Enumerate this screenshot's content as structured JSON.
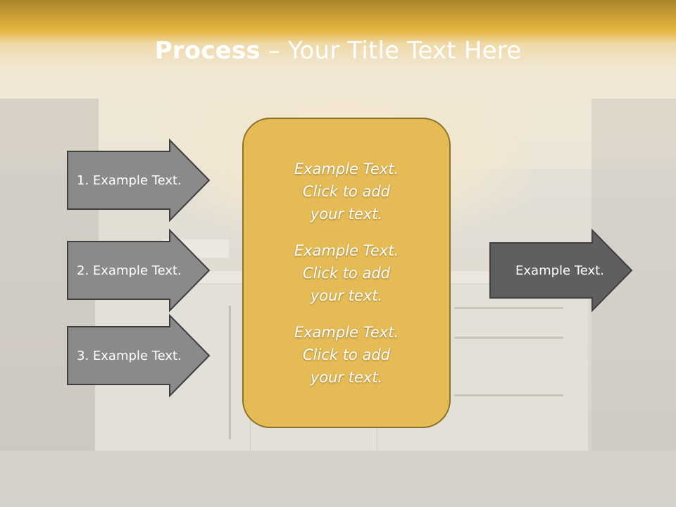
{
  "slide": {
    "title_bold": "Process",
    "title_rest": " – Your Title Text Here"
  },
  "arrows": [
    {
      "label": "1. Example Text."
    },
    {
      "label": "2. Example Text."
    },
    {
      "label": "3. Example Text."
    },
    {
      "label": "Example Text."
    }
  ],
  "center": {
    "blocks": [
      {
        "line1": "Example Text.",
        "line2": "Click  to add",
        "line3": "your text."
      },
      {
        "line1": "Example Text.",
        "line2": "Click  to add",
        "line3": "your text."
      },
      {
        "line1": "Example Text.",
        "line2": "Click  to add",
        "line3": "your text."
      }
    ]
  },
  "colors": {
    "header_gold": "#e4b43f",
    "panel_fill": "#e5bb55",
    "panel_border": "#8a7328",
    "arrow_light": "#8a8a8a",
    "arrow_dark": "#5f5f5f",
    "arrow_border": "#3e3e3e"
  }
}
